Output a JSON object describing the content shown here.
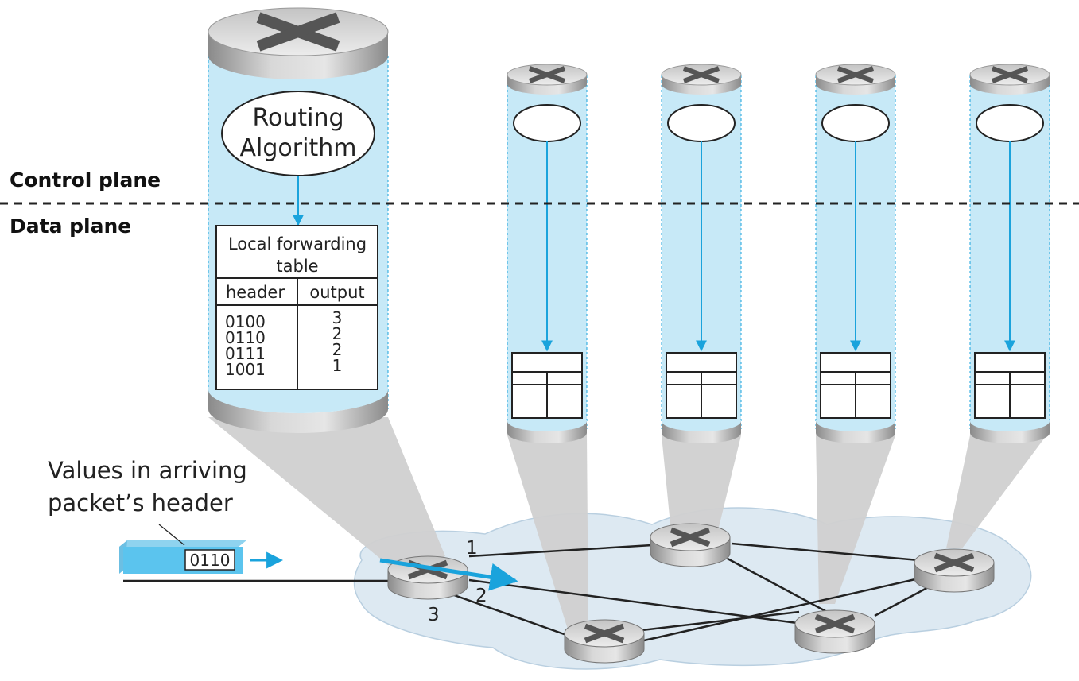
{
  "planes": {
    "control": "Control plane",
    "data": "Data plane"
  },
  "routing": {
    "line1": "Routing",
    "line2": "Algorithm"
  },
  "table": {
    "title_line1": "Local forwarding",
    "title_line2": "table",
    "header_col": "header",
    "output_col": "output",
    "headers": [
      "0100",
      "0110",
      "0111",
      "1001"
    ],
    "outputs": [
      "3",
      "2",
      "2",
      "1"
    ]
  },
  "packet": {
    "caption_line1": "Values in arriving",
    "caption_line2": "packet’s header",
    "value": "0110"
  },
  "ports": {
    "p1": "1",
    "p2": "2",
    "p3": "3"
  },
  "colors": {
    "accent": "#1aa3dc",
    "column_fill": "#c7e9f7",
    "cloud": "#dde9f2",
    "shadow": "#d0d0d0"
  }
}
